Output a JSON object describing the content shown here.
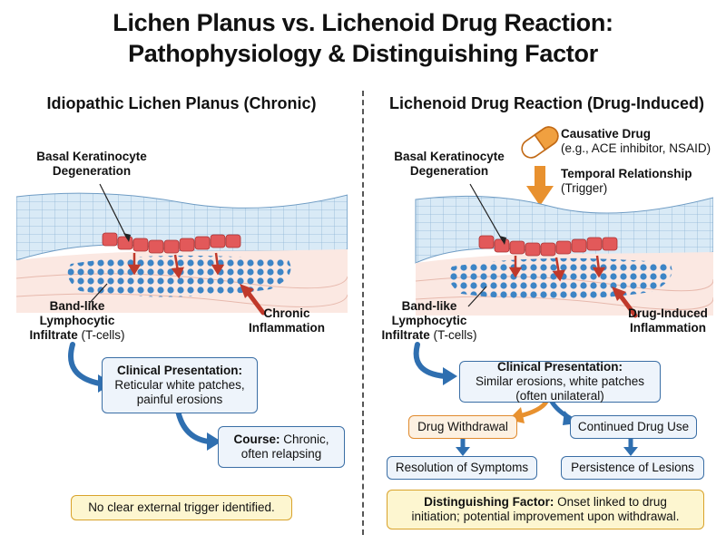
{
  "title_line1": "Lichen Planus vs. Lichenoid Drug Reaction:",
  "title_line2": "Pathophysiology & Distinguishing Factor",
  "left": {
    "heading": "Idiopathic Lichen Planus (Chronic)",
    "label_basal_1": "Basal Keratinocyte",
    "label_basal_2": "Degeneration",
    "label_infiltrate_1": "Band-like",
    "label_infiltrate_2": "Lymphocytic",
    "label_infiltrate_3": "Infiltrate",
    "label_infiltrate_4": "(T-cells)",
    "label_inflammation_1": "Chronic",
    "label_inflammation_2": "Inflammation",
    "clinical_head": "Clinical Presentation:",
    "clinical_body_1": "Reticular white patches,",
    "clinical_body_2": "painful erosions",
    "course_head": "Course:",
    "course_body_1": "Chronic,",
    "course_body_2": "often relapsing",
    "note": "No clear external trigger identified."
  },
  "right": {
    "heading": "Lichenoid Drug Reaction (Drug-Induced)",
    "drug_head": "Causative Drug",
    "drug_sub": "(e.g., ACE inhibitor, NSAID)",
    "temporal_head": "Temporal Relationship",
    "temporal_sub": "(Trigger)",
    "label_basal_1": "Basal Keratinocyte",
    "label_basal_2": "Degeneration",
    "label_infiltrate_1": "Band-like",
    "label_infiltrate_2": "Lymphocytic",
    "label_infiltrate_3": "Infiltrate",
    "label_infiltrate_4": "(T-cells)",
    "label_inflammation_1": "Drug-Induced",
    "label_inflammation_2": "Inflammation",
    "clinical_head": "Clinical Presentation:",
    "clinical_body_1": "Similar erosions, white patches",
    "clinical_body_2": "(often unilateral)",
    "withdrawal": "Drug Withdrawal",
    "continued": "Continued Drug Use",
    "resolution": "Resolution of Symptoms",
    "persistence": "Persistence of Lesions",
    "factor_head": "Distinguishing Factor:",
    "factor_body_1": "Onset linked to drug",
    "factor_body_2": "initiation; potential improvement upon withdrawal."
  },
  "colors": {
    "epidermis": "#cfe3f2",
    "basal_cells": "#e2595a",
    "dermis": "#fbe8e2",
    "lymphocytes": "#3d85c6",
    "arrow_blue": "#2f6fb0",
    "arrow_red": "#c0392b",
    "arrow_orange": "#e8912f"
  }
}
